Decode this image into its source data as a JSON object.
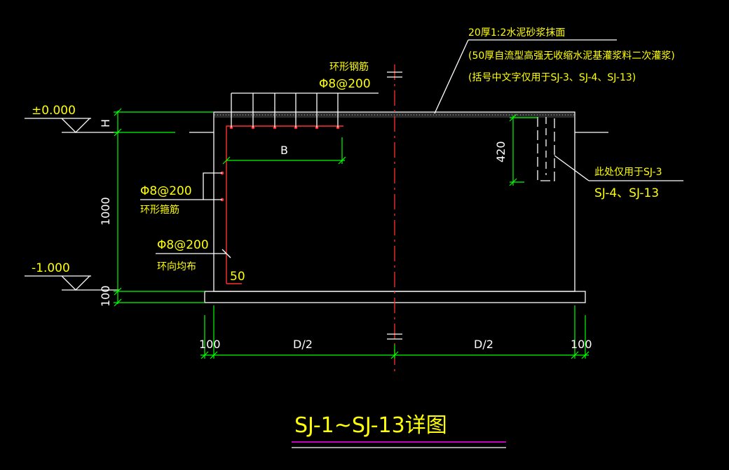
{
  "drawing": {
    "title": "SJ-1~SJ-13详图",
    "colors": {
      "background": "#000000",
      "outline": "#ffffff",
      "dimension": "#00ff00",
      "rebar": "#ff3030",
      "text": "#ffff00",
      "title_underline": "#ff00ff"
    },
    "labels": {
      "finish_line1": "20厚1:2水泥砂浆抹面",
      "finish_line2": "(50厚自流型高强无收缩水泥基灌浆料二次灌浆)",
      "finish_line3": "(括号中文字仅用于SJ-3、SJ-4、SJ-13)",
      "ring_rebar_title": "环形钢筋",
      "ring_rebar_spec": "Φ8@200",
      "ring_stirrup_spec": "Φ8@200",
      "ring_stirrup_title": "环形箍筋",
      "ring_dist_spec": "Φ8@200",
      "ring_dist_title": "环向均布",
      "only_for_line1": "此处仅用于SJ-3",
      "only_for_line2": "SJ-4、SJ-13",
      "level_top": "±0.000",
      "level_bottom": "-1.000",
      "cover_50": "50"
    },
    "dimensions": {
      "H": "H",
      "depth": "1000",
      "base": "100",
      "B": "B",
      "anchor": "420",
      "left_edge": "100",
      "half_left": "D/2",
      "half_right": "D/2",
      "right_edge": "100"
    }
  }
}
